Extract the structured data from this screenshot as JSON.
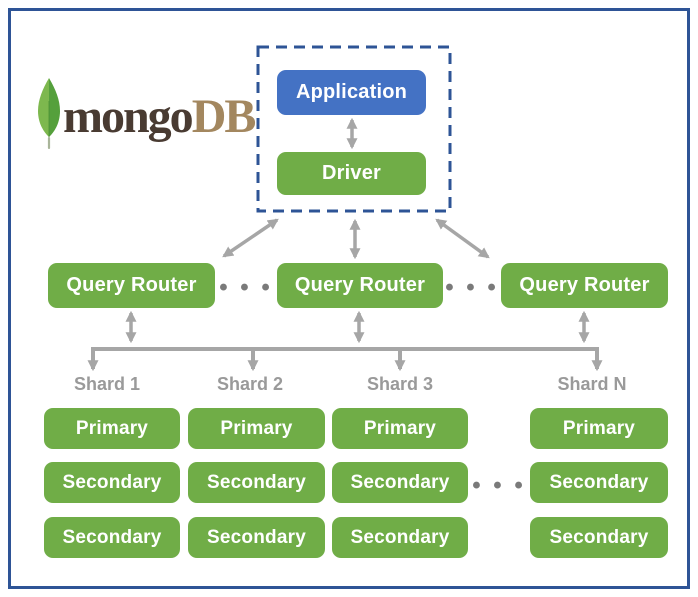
{
  "brand": {
    "prefix": "mongo",
    "suffix": "DB"
  },
  "client_group": {
    "application": "Application",
    "driver": "Driver"
  },
  "routers": [
    {
      "label": "Query Router"
    },
    {
      "label": "Query Router"
    },
    {
      "label": "Query Router"
    }
  ],
  "ellipses": {
    "router_gap_left": "• • •",
    "router_gap_right": "• • •",
    "shard_gap": "• • •"
  },
  "shards": [
    {
      "name": "Shard 1",
      "nodes": [
        "Primary",
        "Secondary",
        "Secondary"
      ]
    },
    {
      "name": "Shard 2",
      "nodes": [
        "Primary",
        "Secondary",
        "Secondary"
      ]
    },
    {
      "name": "Shard 3",
      "nodes": [
        "Primary",
        "Secondary",
        "Secondary"
      ]
    },
    {
      "name": "Shard N",
      "nodes": [
        "Primary",
        "Secondary",
        "Secondary"
      ]
    }
  ],
  "colors": {
    "frame_blue": "#2e5496",
    "application_blue": "#4472c4",
    "node_green": "#70ad47",
    "connector_gray": "#a6a6a6",
    "shard_label_gray": "#9a9a9a",
    "logo_text_dark": "#493b32",
    "logo_text_tan": "#a3875f",
    "leaf_green_light": "#7db84e",
    "leaf_green_dark": "#55a03c"
  }
}
